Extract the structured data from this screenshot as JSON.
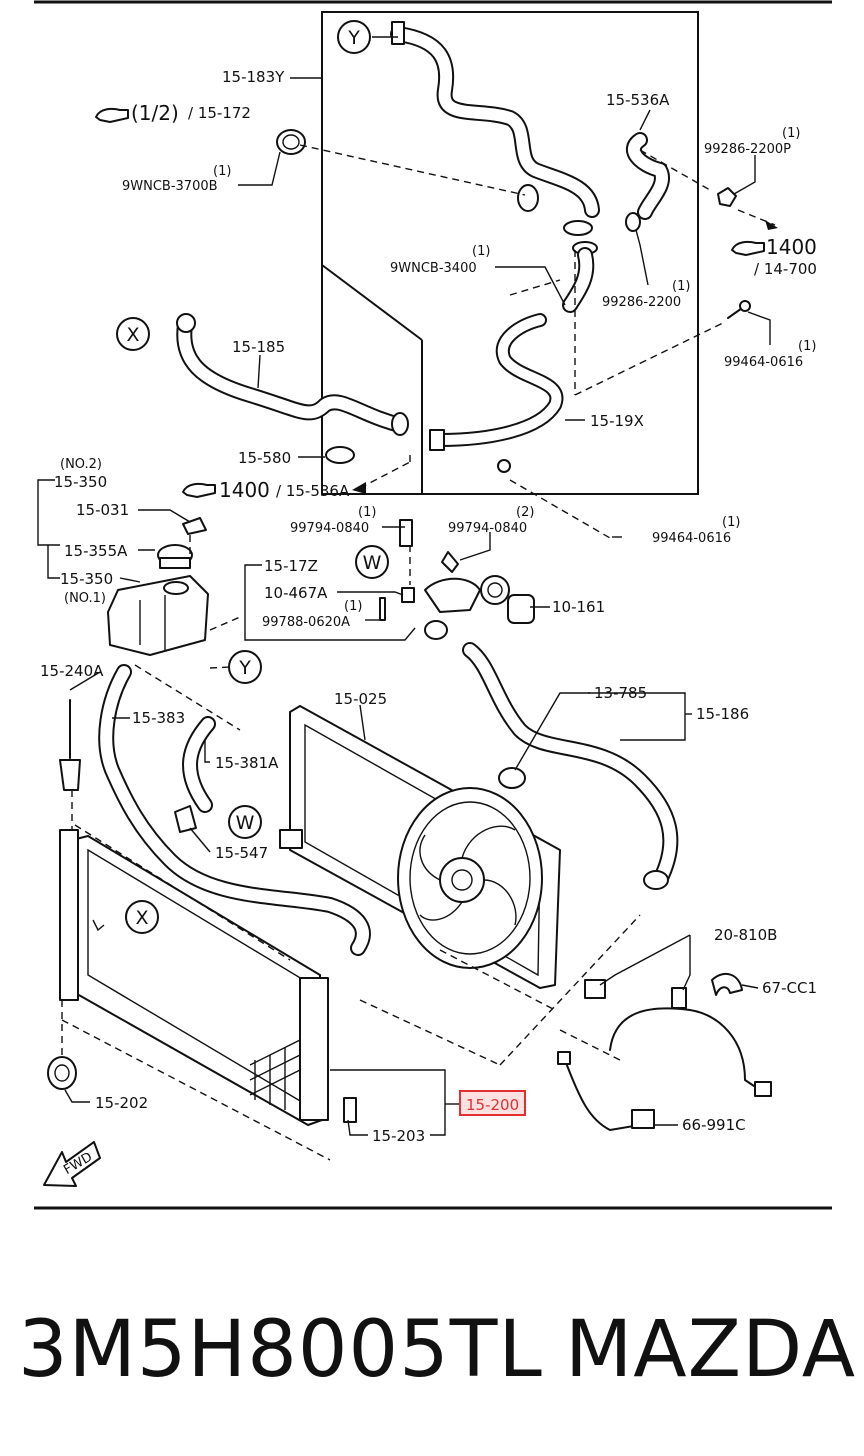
{
  "footer": {
    "part_number": "3M5H8005TL",
    "brand": "MAZDA"
  },
  "highlight": {
    "label": "15-200",
    "color": "#e03030"
  },
  "markers": {
    "x": "X",
    "y": "Y",
    "w": "W"
  },
  "labels": {
    "l_15_183y": "15-183Y",
    "l_ref_half": "(1/2)",
    "l_15_172": "/ 15-172",
    "l_9wncb_3700b_qty": "(1)",
    "l_9wncb_3700b": "9WNCB-3700B",
    "l_15_536a_top": "15-536A",
    "l_99286_2200p_qty": "(1)",
    "l_99286_2200p": "99286-2200P",
    "l_ref_1400_a": "1400",
    "l_14_700": "/ 14-700",
    "l_9wncb_3400_qty": "(1)",
    "l_9wncb_3400": "9WNCB-3400",
    "l_99286_2200_qty": "(1)",
    "l_99286_2200": "99286-2200",
    "l_99464_0616_a_qty": "(1)",
    "l_99464_0616_a": "99464-0616",
    "l_15_185": "15-185",
    "l_15_19x": "15-19X",
    "l_15_580": "15-580",
    "l_ref_1400_b": "1400",
    "l_15_536a_b": "/ 15-536A",
    "l_no2": "(NO.2)",
    "l_15_350_a": "15-350",
    "l_15_031": "15-031",
    "l_15_355a": "15-355A",
    "l_15_350_b": "15-350",
    "l_no1": "(NO.1)",
    "l_99794_0840_a_qty": "(1)",
    "l_99794_0840_a": "99794-0840",
    "l_99794_0840_b_qty": "(2)",
    "l_99794_0840_b": "99794-0840",
    "l_99464_0616_b_qty": "(1)",
    "l_99464_0616_b": "99464-0616",
    "l_15_17z": "15-17Z",
    "l_10_467a": "10-467A",
    "l_99788_qty": "(1)",
    "l_99788_0620a": "99788-0620A",
    "l_10_161": "10-161",
    "l_15_240a": "15-240A",
    "l_15_383": "15-383",
    "l_15_025": "15-025",
    "l_13_785": "13-785",
    "l_15_186": "15-186",
    "l_15_381a": "15-381A",
    "l_15_547": "15-547",
    "l_20_810b": "20-810B",
    "l_67_cc1": "67-CC1",
    "l_15_202": "15-202",
    "l_15_203": "15-203",
    "l_66_991c": "66-991C",
    "l_fwd": "FWD"
  }
}
